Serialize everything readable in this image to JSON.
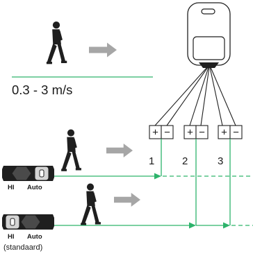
{
  "speed_range": "0.3 - 3 m/s",
  "terminals": {
    "labels": [
      "1",
      "2",
      "3"
    ],
    "plus_sign": "+",
    "minus_sign": "−"
  },
  "switches": [
    {
      "left_label": "HI",
      "right_label": "Auto",
      "selected": "HI"
    },
    {
      "left_label": "HI",
      "right_label": "Auto",
      "selected": "Auto",
      "note": "(standaard)"
    }
  ],
  "colors": {
    "line_green": "#2db36b",
    "arrow_gray": "#a6a6a6",
    "person_black": "#1f1f1f",
    "switch_dark": "#1f1f1f",
    "switch_light": "#d4d4d4"
  },
  "icons": [
    "walking-person-icon",
    "right-arrow-icon",
    "pir-sensor-icon",
    "dip-switch-icon"
  ]
}
